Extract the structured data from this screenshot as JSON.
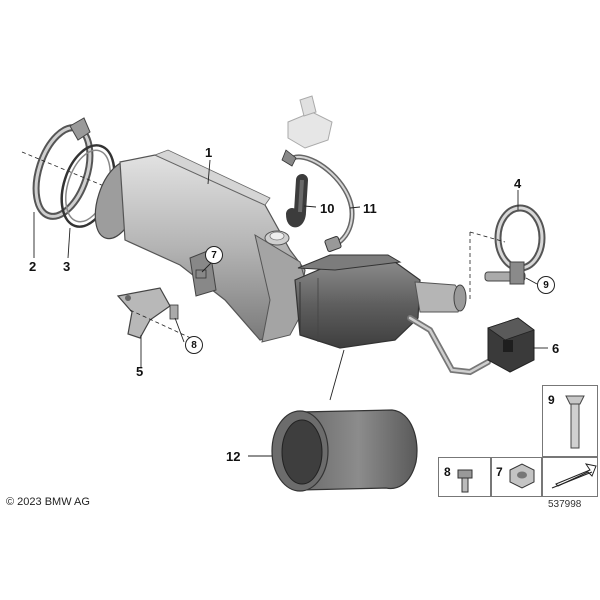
{
  "callouts": {
    "c1": "1",
    "c2": "2",
    "c3": "3",
    "c4": "4",
    "c5": "5",
    "c6": "6",
    "c7": "7",
    "c8": "8",
    "c9": "9",
    "c10": "10",
    "c11": "11",
    "c12": "12"
  },
  "legend": {
    "item9": "9",
    "item8": "8",
    "item7": "7"
  },
  "footer": {
    "copyright": "© 2023 BMW AG",
    "image_number": "537998"
  },
  "colors": {
    "part_fill": "#bdbdbd",
    "part_dark": "#6e6e6e",
    "leader": "#222222"
  }
}
